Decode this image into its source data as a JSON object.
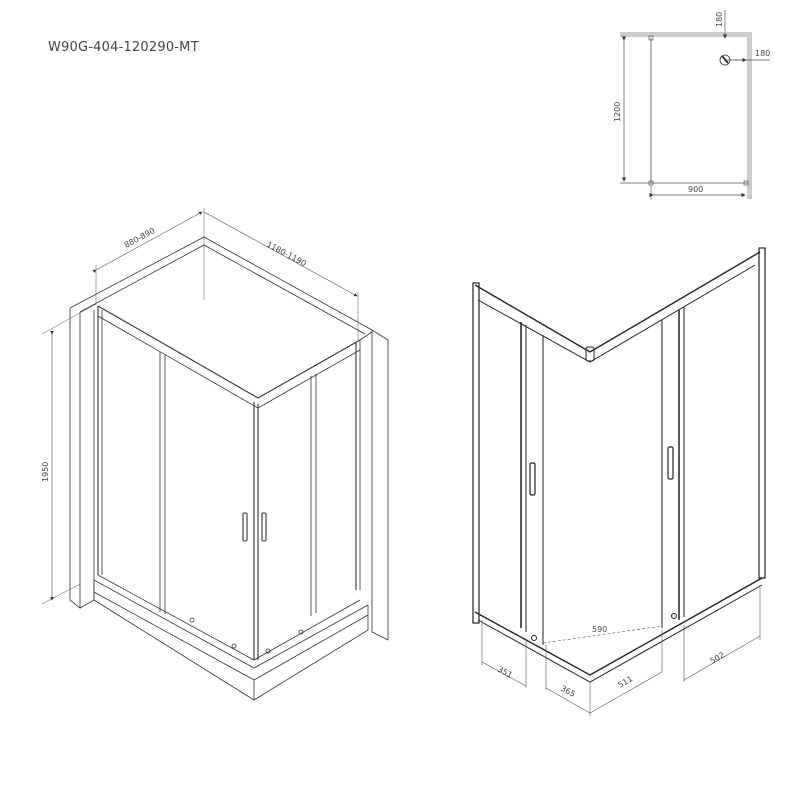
{
  "title": "W90G-404-120290-MT",
  "plan_view": {
    "depth": "1200",
    "width": "900",
    "offset_top": "180",
    "offset_right": "180"
  },
  "iso_view_left": {
    "depth_range": "880-890",
    "width_range": "1180-1190",
    "height": "1950"
  },
  "iso_view_right": {
    "entry_diagonal": "590",
    "left_fixed": "351",
    "left_door": "365",
    "right_door": "511",
    "right_fixed": "502"
  },
  "colors": {
    "line": "#222222",
    "dim_line": "#555555",
    "wall": "#cccccc",
    "background": "#ffffff"
  }
}
